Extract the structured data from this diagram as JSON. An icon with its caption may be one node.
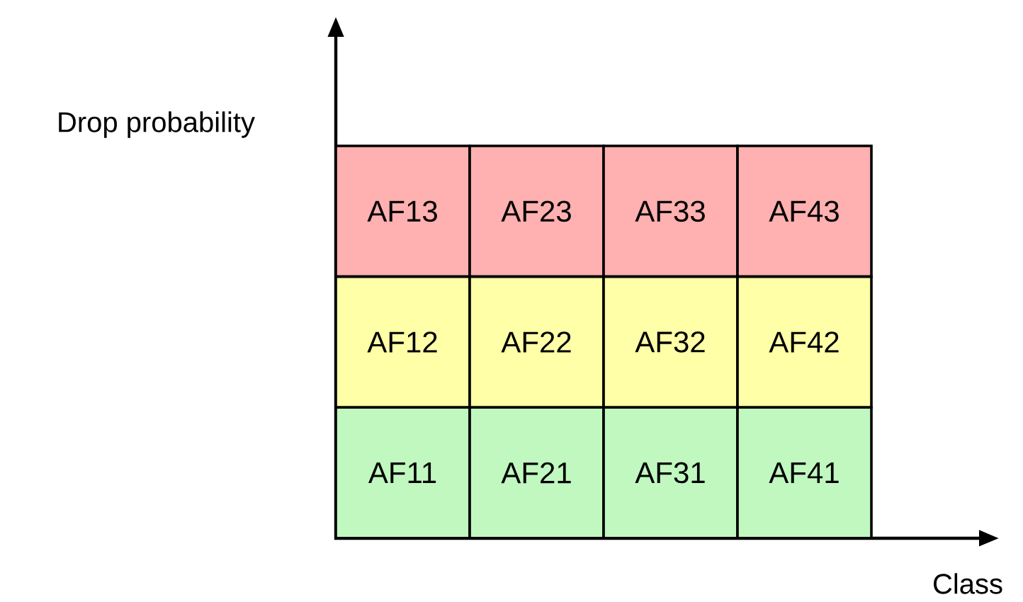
{
  "diagram": {
    "nodes": [
      {
        "text": [
          "AF13"
        ]
      },
      {
        "text": [
          "AF23"
        ]
      },
      {
        "text": [
          "AF33"
        ]
      },
      {
        "text": [
          "AF43"
        ]
      },
      {
        "text": [
          "AF12"
        ]
      },
      {
        "text": [
          "AF22"
        ]
      },
      {
        "text": [
          "AF32"
        ]
      },
      {
        "text": [
          "AF42"
        ]
      },
      {
        "text": [
          "AF11"
        ]
      },
      {
        "text": [
          "AF21"
        ]
      },
      {
        "text": [
          "AF31"
        ]
      },
      {
        "text": [
          "AF41"
        ]
      }
    ],
    "labels": [
      "Drop probability",
      "Class"
    ]
  }
}
